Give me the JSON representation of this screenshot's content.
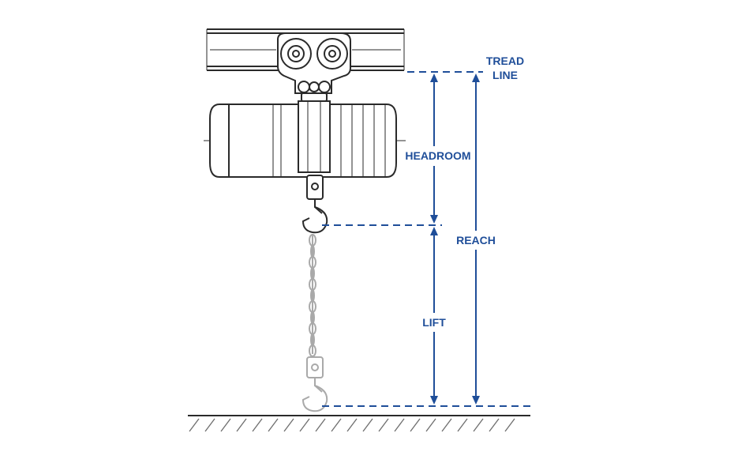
{
  "labels": {
    "tread_line_1": "TREAD",
    "tread_line_2": "LINE",
    "headroom": "HEADROOM",
    "reach": "REACH",
    "lift": "LIFT"
  },
  "colors": {
    "dimension": "#1f4e99",
    "ink": "#2a2a2a",
    "ghost": "#a9a9a9"
  }
}
